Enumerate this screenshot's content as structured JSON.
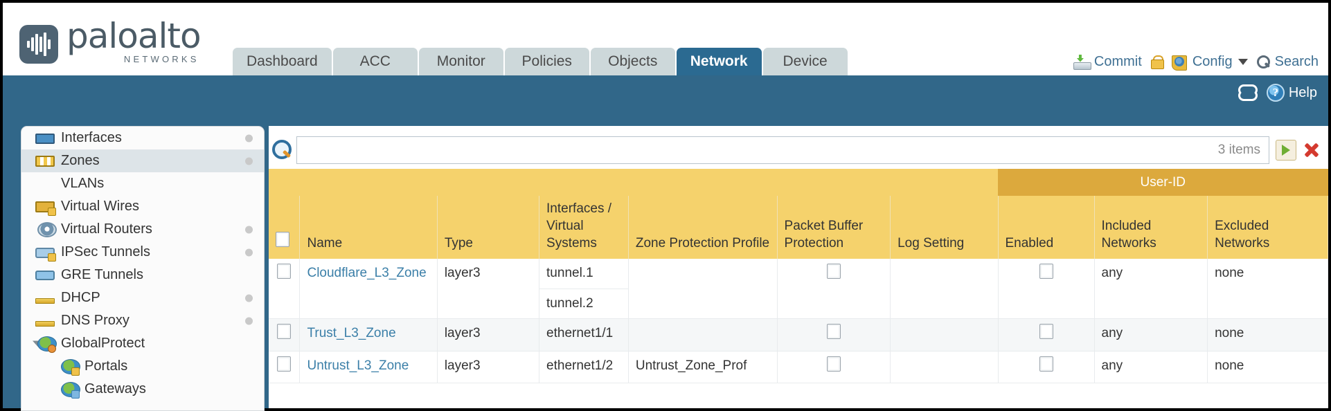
{
  "brand": {
    "name": "paloalto",
    "sub": "NETWORKS",
    "registered": "©"
  },
  "nav": {
    "tabs": [
      {
        "label": "Dashboard",
        "active": false
      },
      {
        "label": "ACC",
        "active": false
      },
      {
        "label": "Monitor",
        "active": false
      },
      {
        "label": "Policies",
        "active": false
      },
      {
        "label": "Objects",
        "active": false
      },
      {
        "label": "Network",
        "active": true
      },
      {
        "label": "Device",
        "active": false
      }
    ]
  },
  "topactions": {
    "commit": "Commit",
    "lock_icon": "lock-icon",
    "config": "Config",
    "search": "Search"
  },
  "subbar": {
    "refresh_icon": "refresh-icon",
    "help": "Help"
  },
  "sidebar": {
    "items": [
      {
        "label": "Interfaces",
        "icon": "interfaces-icon",
        "selected": false,
        "dot": true,
        "indent": false,
        "caret": false
      },
      {
        "label": "Zones",
        "icon": "zones-icon",
        "selected": true,
        "dot": true,
        "indent": false,
        "caret": false
      },
      {
        "label": "VLANs",
        "icon": "vlans-icon",
        "selected": false,
        "dot": false,
        "indent": false,
        "caret": false
      },
      {
        "label": "Virtual Wires",
        "icon": "virtual-wires-icon",
        "selected": false,
        "dot": false,
        "indent": false,
        "caret": false
      },
      {
        "label": "Virtual Routers",
        "icon": "virtual-routers-icon",
        "selected": false,
        "dot": true,
        "indent": false,
        "caret": false
      },
      {
        "label": "IPSec Tunnels",
        "icon": "ipsec-tunnels-icon",
        "selected": false,
        "dot": true,
        "indent": false,
        "caret": false
      },
      {
        "label": "GRE Tunnels",
        "icon": "gre-tunnels-icon",
        "selected": false,
        "dot": false,
        "indent": false,
        "caret": false
      },
      {
        "label": "DHCP",
        "icon": "dhcp-icon",
        "selected": false,
        "dot": true,
        "indent": false,
        "caret": false
      },
      {
        "label": "DNS Proxy",
        "icon": "dns-proxy-icon",
        "selected": false,
        "dot": true,
        "indent": false,
        "caret": false
      },
      {
        "label": "GlobalProtect",
        "icon": "globalprotect-icon",
        "selected": false,
        "dot": false,
        "indent": false,
        "caret": true
      },
      {
        "label": "Portals",
        "icon": "portals-icon",
        "selected": false,
        "dot": false,
        "indent": true,
        "caret": false
      },
      {
        "label": "Gateways",
        "icon": "gateways-icon",
        "selected": false,
        "dot": false,
        "indent": true,
        "caret": false
      }
    ]
  },
  "search": {
    "value": "",
    "placeholder": "",
    "items_count": "3 items",
    "go_icon": "go-arrow-icon",
    "clear_icon": "clear-x-icon"
  },
  "table": {
    "group_header": "User-ID",
    "columns": [
      "Name",
      "Type",
      "Interfaces / Virtual Systems",
      "Zone Protection Profile",
      "Packet Buffer Protection",
      "Log Setting",
      "Enabled",
      "Included Networks",
      "Excluded Networks"
    ],
    "rows": [
      {
        "name": "Cloudflare_L3_Zone",
        "type": "layer3",
        "interfaces": [
          "tunnel.1",
          "tunnel.2"
        ],
        "zone_protection_profile": "",
        "packet_buffer_protection": false,
        "log_setting": "",
        "userid_enabled": false,
        "included_networks": "any",
        "excluded_networks": "none"
      },
      {
        "name": "Trust_L3_Zone",
        "type": "layer3",
        "interfaces": [
          "ethernet1/1"
        ],
        "zone_protection_profile": "",
        "packet_buffer_protection": false,
        "log_setting": "",
        "userid_enabled": false,
        "included_networks": "any",
        "excluded_networks": "none"
      },
      {
        "name": "Untrust_L3_Zone",
        "type": "layer3",
        "interfaces": [
          "ethernet1/2"
        ],
        "zone_protection_profile": "Untrust_Zone_Prof",
        "packet_buffer_protection": false,
        "log_setting": "",
        "userid_enabled": false,
        "included_networks": "any",
        "excluded_networks": "none"
      }
    ]
  },
  "colors": {
    "page_blue": "#316789",
    "tab_active": "#2b6a91",
    "tab_inactive": "#cdd8da",
    "header_gold": "#f5d26c",
    "userid_gold": "#dca93d",
    "link_blue": "#3b7fa8"
  }
}
